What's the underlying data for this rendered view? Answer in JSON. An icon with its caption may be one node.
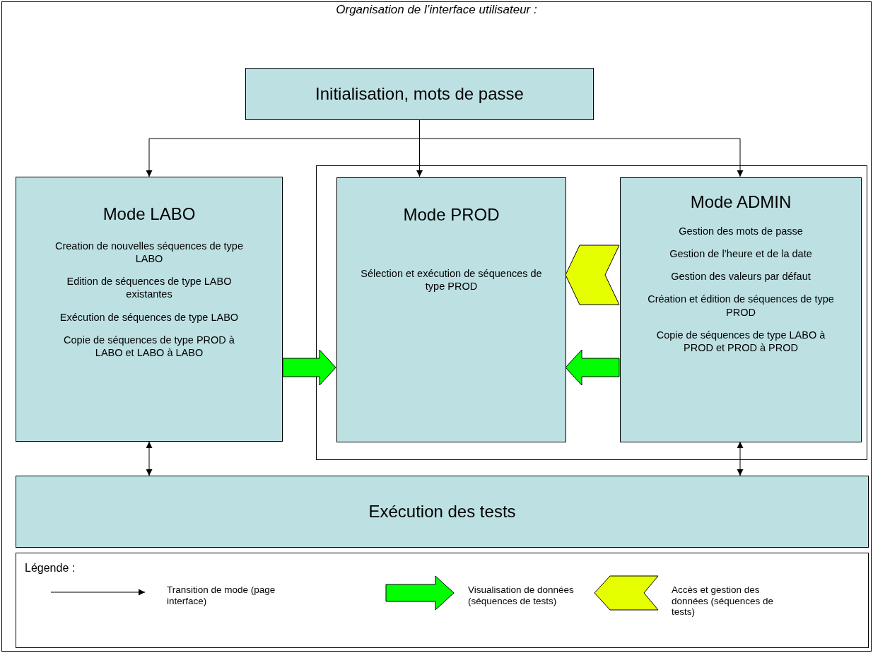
{
  "diagram": {
    "title": "Organisation de l’interface utilisateur :",
    "nodes": [
      {
        "text": [
          "Initialisation, mots de passe"
        ]
      },
      {
        "text": [
          "Mode LABO",
          "Creation de nouvelles séquences de type LABO",
          "Edition de séquences de type LABO existantes",
          "Exécution de séquences de type LABO",
          "Copie de séquences de type PROD à LABO et LABO à LABO"
        ]
      },
      {
        "text": [],
        "shape": "box"
      },
      {
        "text": [
          "Mode PROD",
          "Sélection et exécution de séquences de type PROD"
        ],
        "in": 2
      },
      {
        "text": [
          "Mode ADMIN",
          "Gestion des mots de passe",
          "Gestion de l’heure et de la date",
          "Gestion des valeurs par défaut",
          "Création et édition de séquences de type PROD",
          "Copie de séquences de type LABO à PROD et PROD à PROD"
        ],
        "in": 2
      },
      {
        "text": [
          "Exécution des tests"
        ]
      }
    ],
    "edges": [
      {
        "from": 0,
        "to": 1,
        "arrow": "to"
      },
      {
        "from": 0,
        "to": 3,
        "arrow": "to"
      },
      {
        "from": 0,
        "to": 4,
        "arrow": "to"
      },
      {
        "from": 1,
        "to": 3,
        "arrow": "to",
        "style": "thick",
        "color": "#00ff00"
      },
      {
        "from": 4,
        "to": 3,
        "arrow": "to",
        "style": "thick",
        "color": "#e5ff00"
      },
      {
        "from": 4,
        "to": 3,
        "arrow": "to",
        "style": "thick",
        "color": "#00ff00"
      },
      {
        "from": 1,
        "to": 5,
        "arrow": "both"
      },
      {
        "from": 4,
        "to": 5,
        "arrow": "both"
      }
    ],
    "labels": [
      "Légende :"
    ],
    "legend": [
      {
        "text": "Transition de mode (page interface)"
      },
      {
        "text": "Visualisation de données (séquences de tests)",
        "color": "#00ff00"
      },
      {
        "text": "Accès et gestion des données (séquences de tests)",
        "color": "#e5ff00"
      }
    ]
  }
}
